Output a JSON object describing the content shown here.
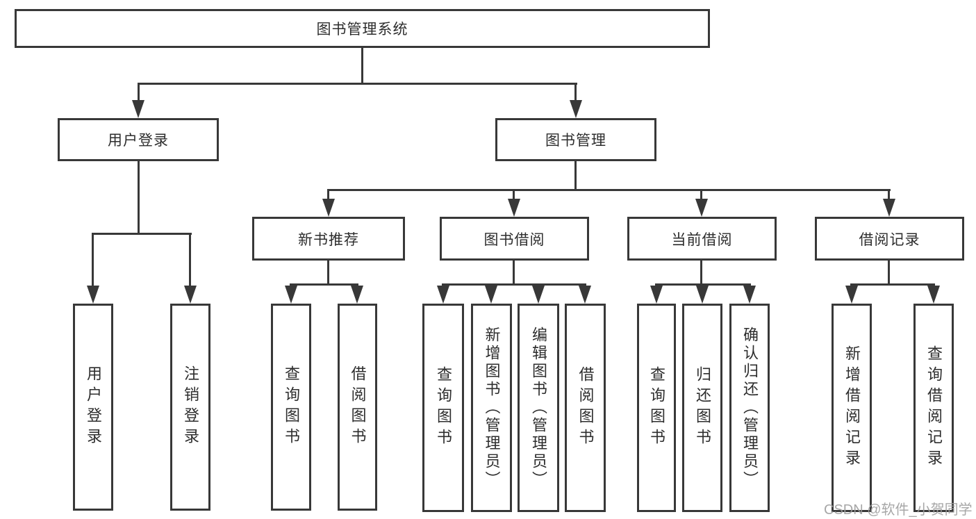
{
  "diagram": {
    "root": {
      "label": "图书管理系统"
    },
    "branches": [
      {
        "label": "用户登录",
        "children": [
          {
            "label": "用户登录"
          },
          {
            "label": "注销登录"
          }
        ]
      },
      {
        "label": "图书管理",
        "children": [
          {
            "label": "新书推荐",
            "children": [
              {
                "label": "查询图书"
              },
              {
                "label": "借阅图书"
              }
            ]
          },
          {
            "label": "图书借阅",
            "children": [
              {
                "label": "查询图书"
              },
              {
                "label": "新增图书（管理员）"
              },
              {
                "label": "编辑图书（管理员）"
              },
              {
                "label": "借阅图书"
              }
            ]
          },
          {
            "label": "当前借阅",
            "children": [
              {
                "label": "查询图书"
              },
              {
                "label": "归还图书"
              },
              {
                "label": "确认归还（管理员）"
              }
            ]
          },
          {
            "label": "借阅记录",
            "children": [
              {
                "label": "新增借阅记录"
              },
              {
                "label": "查询借阅记录"
              }
            ]
          }
        ]
      }
    ]
  },
  "watermark": {
    "text": "CSDN @软件_小贺同学"
  },
  "colors": {
    "line": "#383838",
    "text": "#2d2d2d",
    "background": "#ffffff",
    "watermark": "#9e9e9e"
  }
}
